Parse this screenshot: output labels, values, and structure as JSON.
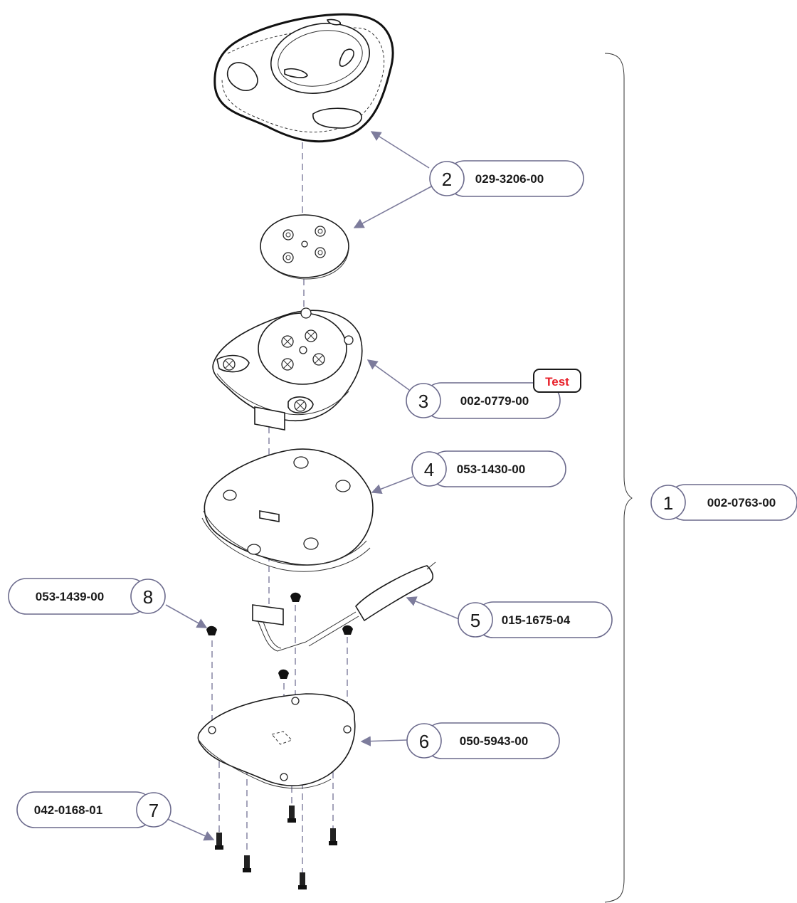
{
  "callouts": [
    {
      "num": "1",
      "part": "002-0763-00"
    },
    {
      "num": "2",
      "part": "029-3206-00"
    },
    {
      "num": "3",
      "part": "002-0779-00"
    },
    {
      "num": "4",
      "part": "053-1430-00"
    },
    {
      "num": "5",
      "part": "015-1675-04"
    },
    {
      "num": "6",
      "part": "050-5943-00"
    },
    {
      "num": "7",
      "part": "042-0168-01"
    },
    {
      "num": "8",
      "part": "053-1439-00"
    }
  ],
  "tag": {
    "label": "Test",
    "color": "#e8202a"
  },
  "colors": {
    "leader": "#7d7c9c",
    "outline": "#6b6a8c",
    "ink": "#1a1a1a"
  }
}
